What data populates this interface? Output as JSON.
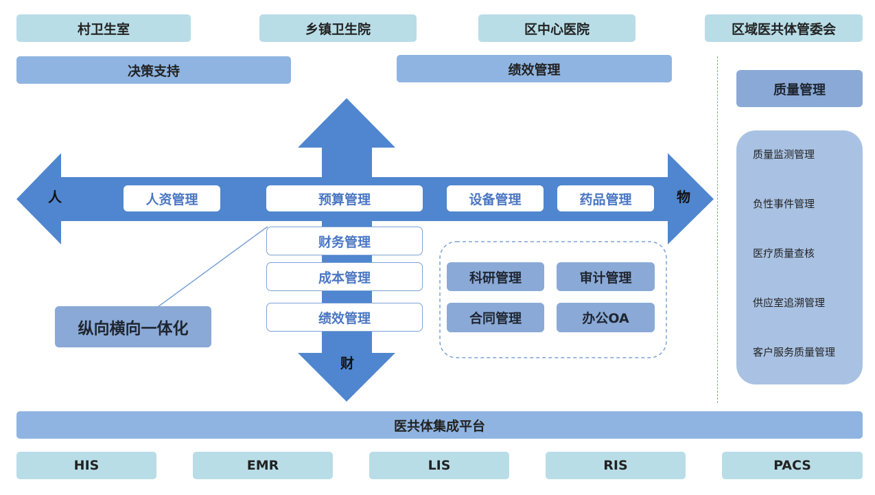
{
  "top_row": [
    "村卫生室",
    "乡镇卫生院",
    "区中心医院",
    "区域医共体管委会"
  ],
  "second_row": {
    "left": "决策支持",
    "right": "绩效管理"
  },
  "arrow_labels": {
    "left": "人",
    "right": "物",
    "bottom": "财"
  },
  "horizontal_items": [
    "人资管理",
    "预算管理",
    "设备管理",
    "药品管理"
  ],
  "vertical_items": [
    "财务管理",
    "成本管理",
    "绩效管理"
  ],
  "callout": "纵向横向一体化",
  "group_items": [
    "科研管理",
    "审计管理",
    "合同管理",
    "办公OA"
  ],
  "quality": {
    "title": "质量管理",
    "items": [
      "质量监测管理",
      "负性事件管理",
      "医疗质量查核",
      "供应室追溯管理",
      "客户服务质量管理"
    ]
  },
  "platform": "医共体集成平台",
  "systems": [
    "HIS",
    "EMR",
    "LIS",
    "RIS",
    "PACS"
  ],
  "colors": {
    "arrow": "#4f86cf",
    "teal": "#b8dde7",
    "blue": "#8fb4e1",
    "quality_panel": "#a9c2e3"
  }
}
